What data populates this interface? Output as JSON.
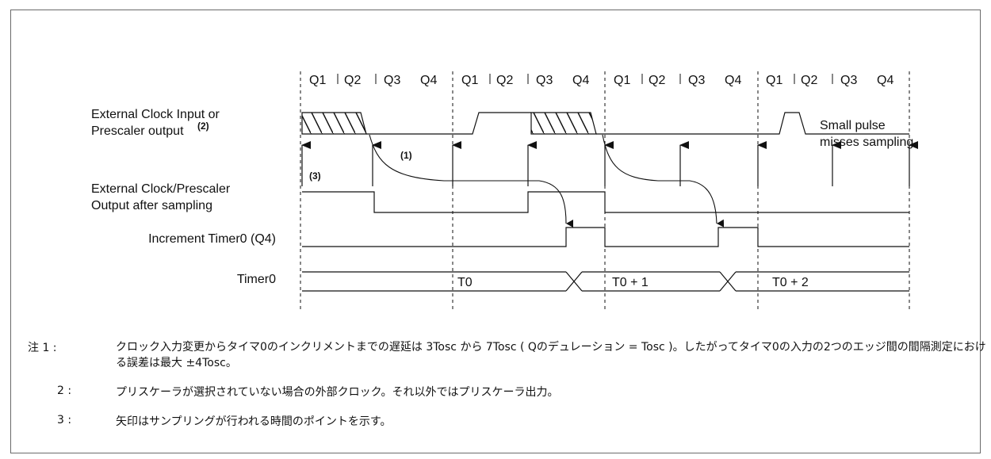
{
  "diagram": {
    "quarter_labels": [
      "Q1",
      "Q2",
      "Q3",
      "Q4",
      "Q1",
      "Q2",
      "Q3",
      "Q4",
      "Q1",
      "Q2",
      "Q3",
      "Q4",
      "Q1",
      "Q2",
      "Q3",
      "Q4"
    ],
    "signals": {
      "ext_clock_line1": "External Clock Input or",
      "ext_clock_line2": "Prescaler output",
      "ext_clock_sup": "(2)",
      "sampled_line1": "External Clock/Prescaler",
      "sampled_line2": "Output after sampling",
      "increment": "Increment Timer0 (Q4)",
      "timer0": "Timer0"
    },
    "annotations": {
      "note1_marker": "(1)",
      "note3_marker": "(3)",
      "small_pulse_line1": "Small pulse",
      "small_pulse_line2": "misses sampling"
    },
    "timer_values": [
      "T0",
      "T0 + 1",
      "T0 + 2"
    ]
  },
  "notes": [
    {
      "num": "注 1 :",
      "text": "クロック入力変更からタイマ0のインクリメントまでの遅延は 3Tosc から 7Tosc ( Qのデュレーション = Tosc )。したがってタイマ0の入力の2つのエッジ間の間隔測定における誤差は最大 ±4Tosc。"
    },
    {
      "num": "2 :",
      "text": "プリスケーラが選択されていない場合の外部クロック。それ以外ではプリスケーラ出力。"
    },
    {
      "num": "3 :",
      "text": "矢印はサンプリングが行われる時間のポイントを示す。"
    }
  ]
}
